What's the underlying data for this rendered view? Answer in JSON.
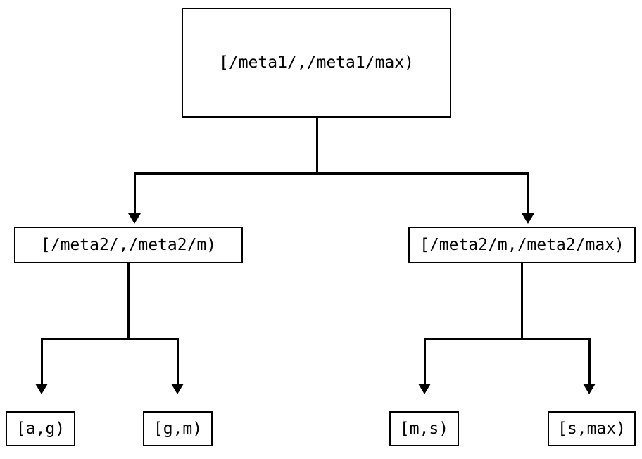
{
  "diagram": {
    "type": "tree",
    "orientation": "top-down",
    "background_color": "#ffffff",
    "line_color": "#000000",
    "text_color": "#000000",
    "nodes": {
      "root": {
        "label": "[/meta1/,/meta1/max)"
      },
      "mid_left": {
        "label": "[/meta2/,/meta2/m)"
      },
      "mid_right": {
        "label": "[/meta2/m,/meta2/max)"
      },
      "leaf_ag": {
        "label": "[a,g)"
      },
      "leaf_gm": {
        "label": "[g,m)"
      },
      "leaf_ms": {
        "label": "[m,s)"
      },
      "leaf_smax": {
        "label": "[s,max)"
      }
    },
    "edges": [
      {
        "from": "root",
        "to": "mid_left",
        "arrow": "filled-triangle"
      },
      {
        "from": "root",
        "to": "mid_right",
        "arrow": "filled-triangle"
      },
      {
        "from": "mid_left",
        "to": "leaf_ag",
        "arrow": "filled-triangle"
      },
      {
        "from": "mid_left",
        "to": "leaf_gm",
        "arrow": "filled-triangle"
      },
      {
        "from": "mid_right",
        "to": "leaf_ms",
        "arrow": "filled-triangle"
      },
      {
        "from": "mid_right",
        "to": "leaf_smax",
        "arrow": "filled-triangle"
      }
    ]
  }
}
